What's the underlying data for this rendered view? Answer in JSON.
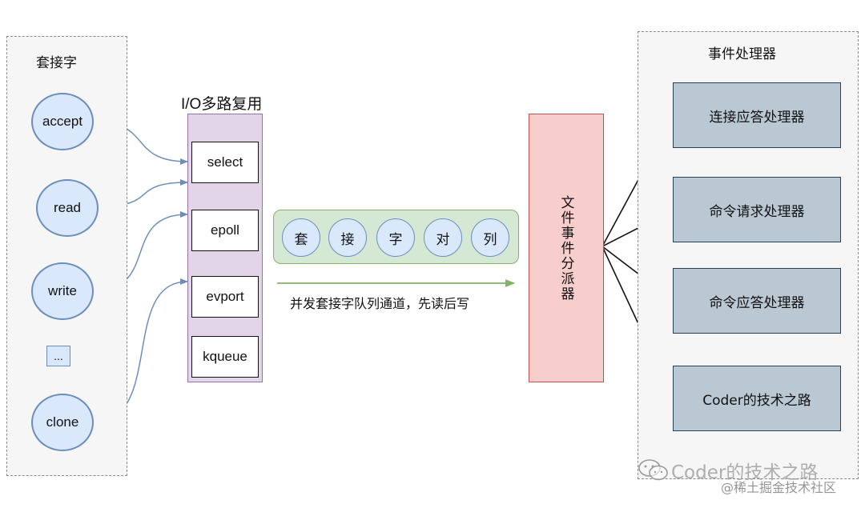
{
  "sockets": {
    "title": "套接字",
    "items": [
      "accept",
      "read",
      "write",
      "clone"
    ],
    "ellipsis": "..."
  },
  "multiplexing": {
    "title": "I/O多路复用",
    "items": [
      "select",
      "epoll",
      "evport",
      "kqueue"
    ]
  },
  "queue": {
    "chars": [
      "套",
      "接",
      "字",
      "对",
      "列"
    ],
    "caption": "并发套接字队列通道，先读后写"
  },
  "dispatcher": {
    "label": "文件事件分派器"
  },
  "handlers": {
    "title": "事件处理器",
    "items": [
      "连接应答处理器",
      "命令请求处理器",
      "命令应答处理器",
      "Coder的技术之路"
    ]
  },
  "watermark": {
    "line1": "Coder的技术之路",
    "line2": "@稀土掘金技术社区"
  },
  "colors": {
    "socket_fill": "#dae8fc",
    "mux_fill": "#e1d5e7",
    "queue_fill": "#d5e8d4",
    "dispatcher_fill": "#f8cecc",
    "handler_fill": "#bac8d3",
    "connector_blue": "#6c8ebf",
    "connector_green": "#82b366"
  }
}
